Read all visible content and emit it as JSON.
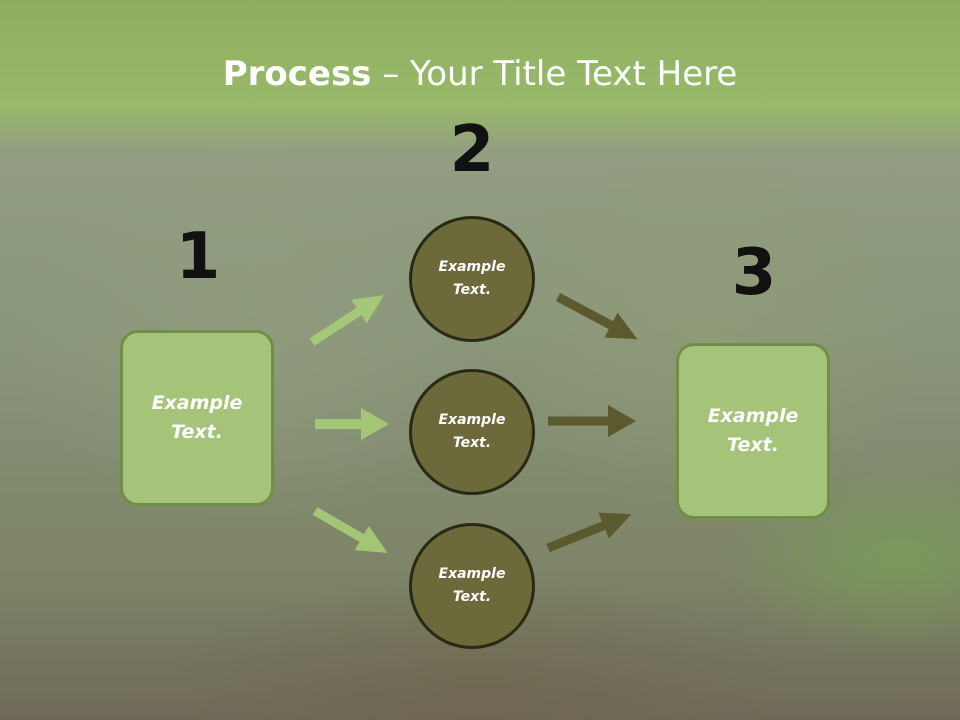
{
  "title": {
    "bold": "Process",
    "rest": " – Your Title Text Here"
  },
  "steps": [
    {
      "number": "1"
    },
    {
      "number": "2"
    },
    {
      "number": "3"
    }
  ],
  "left_box": {
    "line1": "Example",
    "line2": "Text."
  },
  "circles": [
    {
      "line1": "Example",
      "line2": "Text."
    },
    {
      "line1": "Example",
      "line2": "Text."
    },
    {
      "line1": "Example",
      "line2": "Text."
    }
  ],
  "right_box": {
    "line1": "Example",
    "line2": "Text."
  },
  "colors": {
    "header": "#98b96a",
    "box_fill": "#a5c47a",
    "box_border": "#6f8f48",
    "circle_fill": "#6c6a3a",
    "circle_border": "#2a2a14",
    "arrow_light": "#a8cc78",
    "arrow_dark": "#5a5a2e"
  }
}
